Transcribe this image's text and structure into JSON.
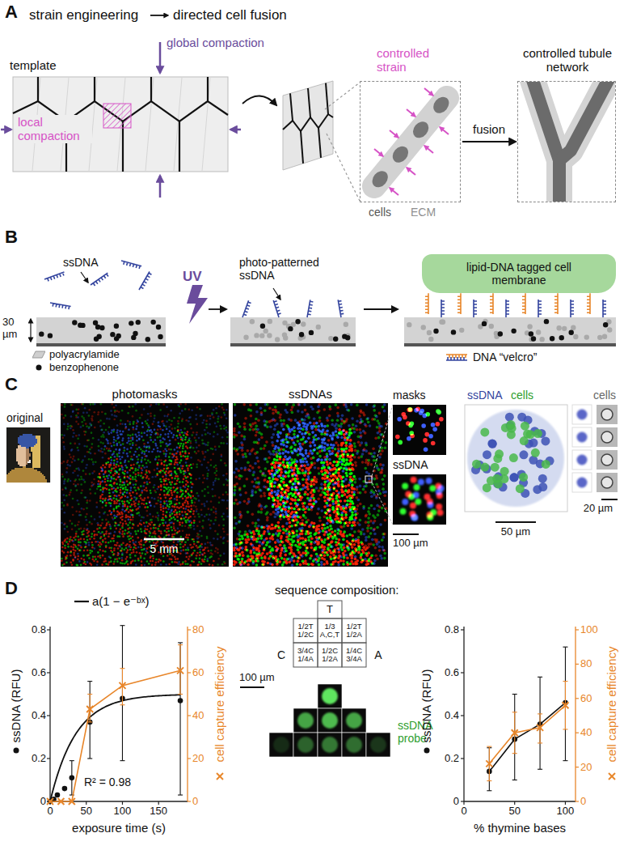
{
  "diagram": {
    "nodes": [
      {
        "text": [
          "controlled strain",
          "cells",
          "ECM"
        ]
      },
      {
        "text": [
          "controlled tubule network"
        ]
      },
      {
        "text": [
          "lipid-DNA tagged cell membrane"
        ]
      }
    ],
    "edges": [
      {
        "from": 0,
        "to": 1,
        "arrow": "to",
        "label": "fusion"
      }
    ],
    "labels": [
      "A",
      "strain engineering",
      "directed cell fusion",
      "template",
      "global compaction",
      "local compaction",
      "B",
      "30 µm",
      "ssDNA",
      "UV",
      "photo-patterned ssDNA",
      "C",
      "original",
      "photomasks",
      "ssDNAs",
      "5 mm",
      "masks",
      "ssDNA",
      "100 µm",
      "ssDNA",
      "cells",
      "50 µm",
      "cells",
      "20 µm",
      "D",
      "a(1 − e⁻ᵇˣ)",
      "ssDNA (RFU)",
      "cell capture efficiency",
      "0",
      "0.2",
      "0.4",
      "0.6",
      "0.8",
      "0",
      "20",
      "40",
      "60",
      "80",
      "0",
      "50",
      "100",
      "150",
      "exposure time (s)",
      "R² = 0.98",
      "sequence composition:",
      "T",
      "1/2T 1/2C",
      "1/3 A,C,T",
      "1/2T 1/2A",
      "C",
      "3/4C 1/4A",
      "1/2C 1/2A",
      "1/4C 3/4A",
      "A",
      "100 µm",
      "ssDNA probe",
      "ssDNA (RFU)",
      "0",
      "0.2",
      "0.4",
      "0.6",
      "0.8",
      "0",
      "20",
      "40",
      "60",
      "80",
      "100",
      "cell capture efficiency",
      "0",
      "50",
      "100",
      "% thymine bases"
    ],
    "legend": [
      {
        "text": "polyacrylamide",
        "color": "#cfcfcf"
      },
      {
        "text": "benzophenone"
      },
      {
        "text": "DNA “velcro”"
      }
    ]
  }
}
